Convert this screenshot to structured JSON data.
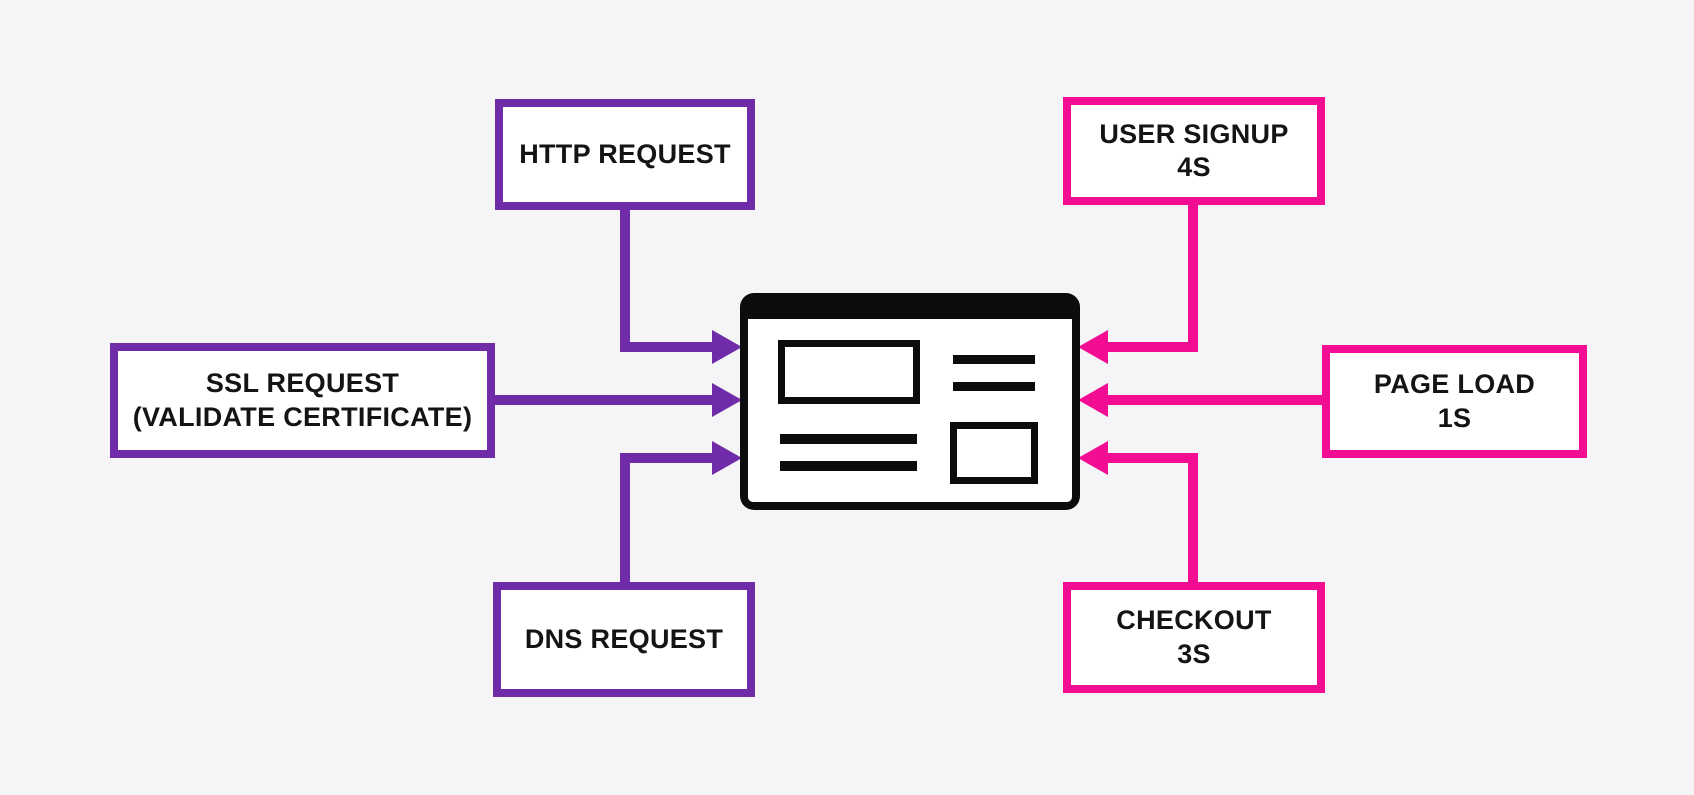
{
  "colors": {
    "purple": "#6F2BA8",
    "pink": "#F20D93",
    "ink": "#141414",
    "box_fill": "#FFFFFF",
    "background": "#F5F4F6",
    "icon_black": "#0C0C0C"
  },
  "icons": {
    "center": "browser-window-icon",
    "arrowheads": [
      "arrowhead-right-icon",
      "arrowhead-left-icon"
    ]
  },
  "nodes": {
    "http": {
      "line1": "HTTP REQUEST"
    },
    "ssl": {
      "line1": "SSL REQUEST",
      "line2": "(VALIDATE CERTIFICATE)"
    },
    "dns": {
      "line1": "DNS REQUEST"
    },
    "signup": {
      "line1": "USER SIGNUP",
      "line2": "4S"
    },
    "pageload": {
      "line1": "PAGE LOAD",
      "line2": "1S"
    },
    "checkout": {
      "line1": "CHECKOUT",
      "line2": "3S"
    }
  }
}
